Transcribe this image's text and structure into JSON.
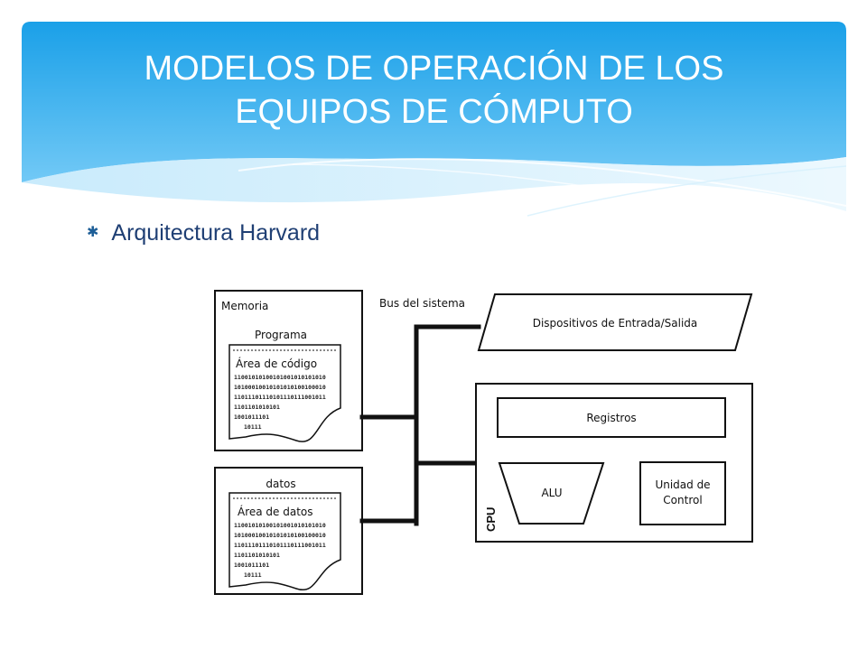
{
  "slide": {
    "title_line1": "MODELOS DE OPERACIÓN DE LOS",
    "title_line2": "EQUIPOS DE CÓMPUTO",
    "bullet_icon": "asterisk-icon",
    "bullet_text": "Arquitectura Harvard"
  },
  "colors": {
    "header_top": "#1aa0e8",
    "header_bottom": "#6fc7f5",
    "title_text": "#ffffff",
    "bullet_text": "#1f3f74"
  },
  "diagram": {
    "memoria_label": "Memoria",
    "programa_label": "Programa",
    "codigo_area_label": "Área de código",
    "datos_label": "datos",
    "datos_area_label": "Área de datos",
    "bus_label": "Bus del sistema",
    "io_label": "Dispositivos de Entrada/Salida",
    "registros_label": "Registros",
    "alu_label": "ALU",
    "control_label_line1": "Unidad de",
    "control_label_line2": "Control",
    "cpu_label": "CPU",
    "code_lines": [
      "11001010100101001010101010",
      "10100010010101010100100010",
      "11011101110101110111001011",
      "1101101010101",
      "1001011101",
      "10111"
    ],
    "data_lines": [
      "11001010100101001010101010",
      "10100010010101010100100010",
      "11011101110101110111001011",
      "1101101010101",
      "1001011101",
      "10111"
    ]
  }
}
